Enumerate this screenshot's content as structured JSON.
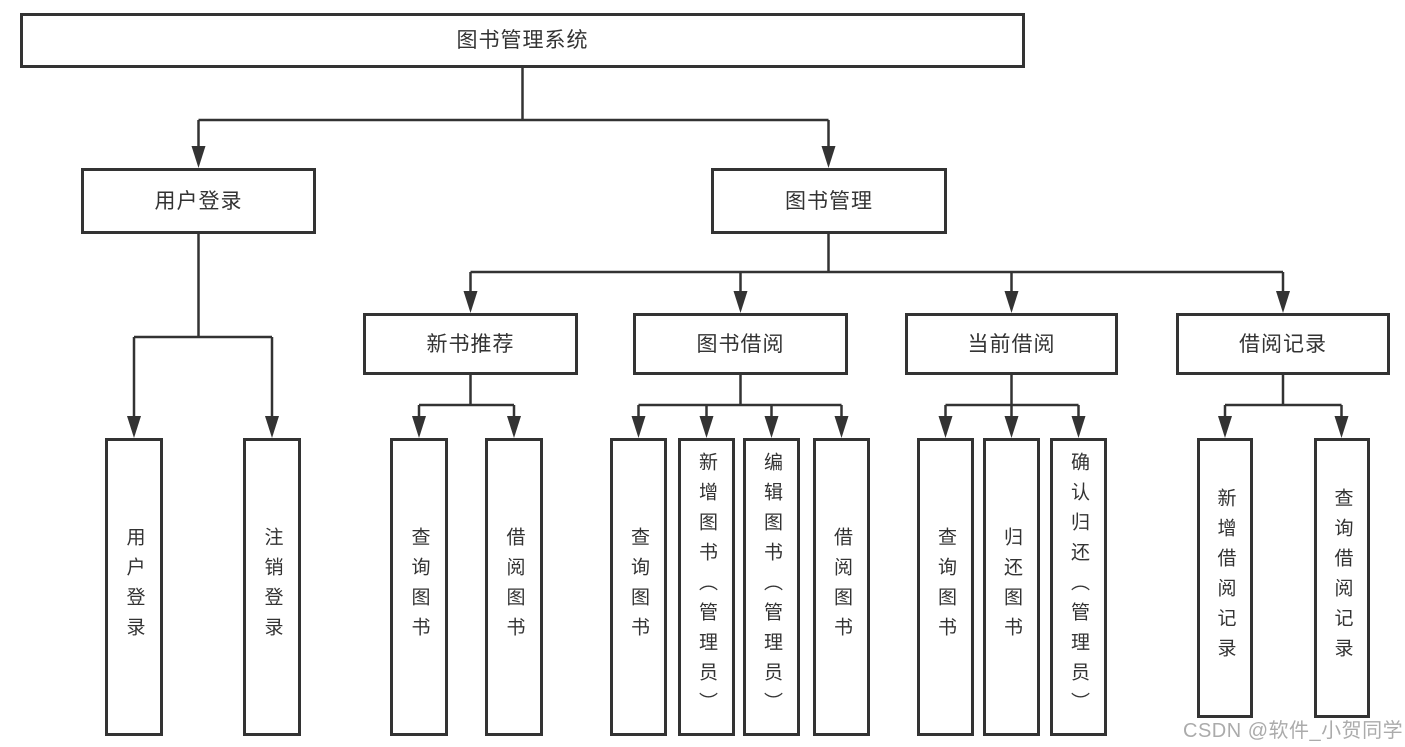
{
  "diagram": {
    "title": "图书管理系统",
    "nodes": {
      "root": "图书管理系统",
      "user_login": "用户登录",
      "book_mgmt": "图书管理",
      "new_book_rec": "新书推荐",
      "book_borrow": "图书借阅",
      "current_borrow": "当前借阅",
      "borrow_records": "借阅记录"
    },
    "leaves": {
      "user_login": "用户登录",
      "logout": "注销登录",
      "query_book_rec": "查询图书",
      "borrow_book_rec": "借阅图书",
      "query_book_borrow": "查询图书",
      "add_book": "新增图书（管理员）",
      "edit_book": "编辑图书（管理员）",
      "borrow_book_borrow": "借阅图书",
      "query_book_current": "查询图书",
      "return_book": "归还图书",
      "confirm_return": "确认归还（管理员）",
      "add_borrow_record": "新增借阅记录",
      "query_borrow_record": "查询借阅记录"
    }
  },
  "watermark": "CSDN @软件_小贺同学",
  "colors": {
    "line": "#333333",
    "box_border": "#333333",
    "text": "#333333",
    "background": "#ffffff",
    "watermark": "#a0a0a0"
  }
}
